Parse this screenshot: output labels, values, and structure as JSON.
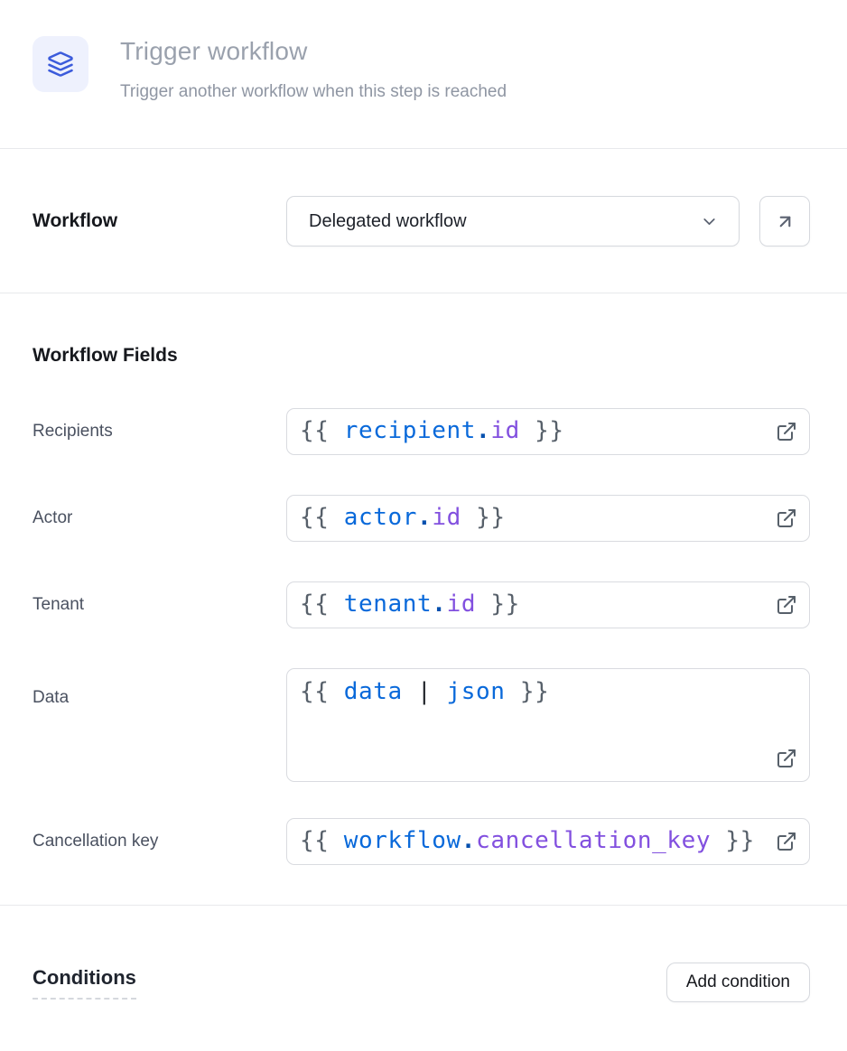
{
  "colors": {
    "accent_blue": "#3b5bdb",
    "icon_tile_bg": "#eef1fd",
    "token_delimiter": "#57606a",
    "token_variable": "#0969da",
    "token_dot": "#0550ae",
    "token_property": "#8250df",
    "token_pipe": "#1f2328"
  },
  "header": {
    "icon": "layers-icon",
    "title": "Trigger workflow",
    "subtitle": "Trigger another workflow when this step is reached"
  },
  "workflow_selector": {
    "label": "Workflow",
    "selected_option": "Delegated workflow",
    "chevron_icon": "chevron-down-icon",
    "open_icon": "arrow-up-right-icon"
  },
  "workflow_fields": {
    "heading": "Workflow Fields",
    "fields": [
      {
        "id": "recipients",
        "label": "Recipients",
        "multiline": false,
        "trailing_icon": "external-link-icon",
        "tokens": [
          {
            "text": "{{ ",
            "type": "delimiter"
          },
          {
            "text": "recipient",
            "type": "variable"
          },
          {
            "text": ".",
            "type": "dot"
          },
          {
            "text": "id",
            "type": "property"
          },
          {
            "text": " }}",
            "type": "delimiter"
          }
        ]
      },
      {
        "id": "actor",
        "label": "Actor",
        "multiline": false,
        "trailing_icon": "external-link-icon",
        "tokens": [
          {
            "text": "{{ ",
            "type": "delimiter"
          },
          {
            "text": "actor",
            "type": "variable"
          },
          {
            "text": ".",
            "type": "dot"
          },
          {
            "text": "id",
            "type": "property"
          },
          {
            "text": " }}",
            "type": "delimiter"
          }
        ]
      },
      {
        "id": "tenant",
        "label": "Tenant",
        "multiline": false,
        "trailing_icon": "external-link-icon",
        "tokens": [
          {
            "text": "{{ ",
            "type": "delimiter"
          },
          {
            "text": "tenant",
            "type": "variable"
          },
          {
            "text": ".",
            "type": "dot"
          },
          {
            "text": "id",
            "type": "property"
          },
          {
            "text": " }}",
            "type": "delimiter"
          }
        ]
      },
      {
        "id": "data",
        "label": "Data",
        "multiline": true,
        "trailing_icon": "external-link-icon",
        "tokens": [
          {
            "text": "{{ ",
            "type": "delimiter"
          },
          {
            "text": "data",
            "type": "variable"
          },
          {
            "text": " | ",
            "type": "pipe"
          },
          {
            "text": "json",
            "type": "variable"
          },
          {
            "text": " }}",
            "type": "delimiter"
          }
        ]
      },
      {
        "id": "cancellation-key",
        "label": "Cancellation key",
        "multiline": false,
        "trailing_icon": "external-link-icon",
        "tokens": [
          {
            "text": "{{ ",
            "type": "delimiter"
          },
          {
            "text": "workflow",
            "type": "variable"
          },
          {
            "text": ".",
            "type": "dot"
          },
          {
            "text": "cancellation_key",
            "type": "property"
          },
          {
            "text": " }}",
            "type": "delimiter"
          }
        ]
      }
    ]
  },
  "conditions": {
    "heading": "Conditions",
    "add_button_label": "Add condition"
  }
}
